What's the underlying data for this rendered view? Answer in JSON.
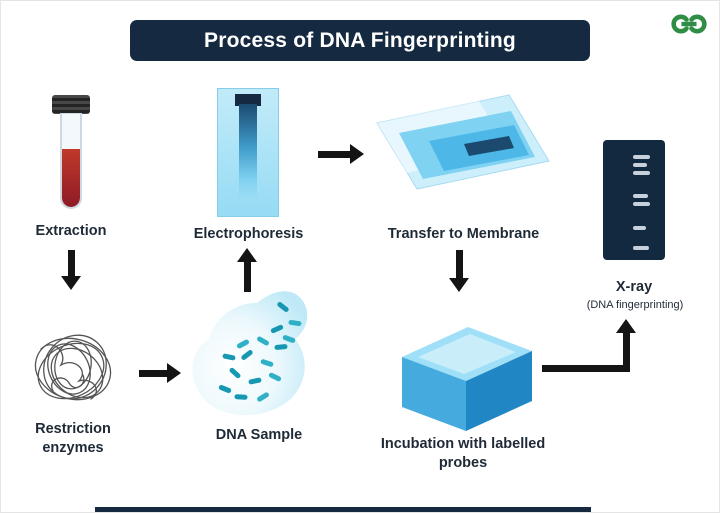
{
  "title": "Process of DNA Fingerprinting",
  "logo": {
    "alt": "GeeksforGeeks"
  },
  "steps": {
    "extraction": {
      "label": "Extraction"
    },
    "restriction_enzymes": {
      "label": "Restriction enzymes"
    },
    "dna_sample": {
      "label": "DNA Sample"
    },
    "electrophoresis": {
      "label": "Electrophoresis"
    },
    "transfer_to_membrane": {
      "label": "Transfer to Membrane"
    },
    "incubation": {
      "label": "Incubation with labelled probes"
    },
    "xray": {
      "label": "X-ray",
      "sublabel": "(DNA fingerprinting)"
    }
  },
  "flow_order": [
    "Extraction",
    "Restriction enzymes",
    "DNA Sample",
    "Electrophoresis",
    "Transfer to Membrane",
    "Incubation with labelled probes",
    "X-ray (DNA fingerprinting)"
  ],
  "colors": {
    "banner_bg": "#152a41",
    "title_text": "#ffffff",
    "arrow": "#141414",
    "label_text": "#1f2a37",
    "logo_green": "#2f8d46",
    "gel_blue": "#96dbf4",
    "box_blue": "#41aadd",
    "xray_bg": "#13293f",
    "teal_dash": "#1798b2",
    "blood_red": "#9e1f2c"
  }
}
